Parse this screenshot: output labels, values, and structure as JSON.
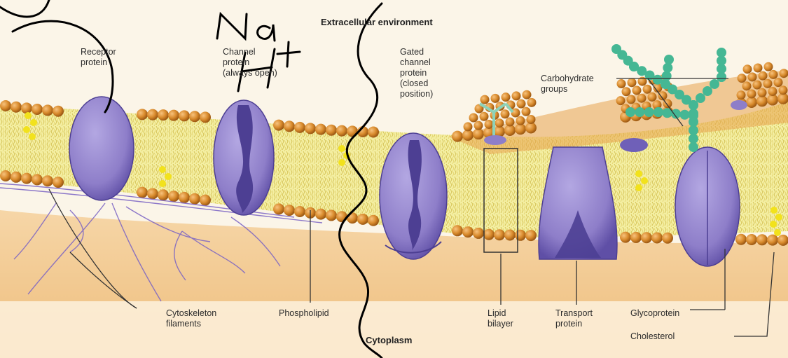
{
  "diagram": {
    "header": "Extracellular environment",
    "footer": "Cytoplasm",
    "labels": {
      "receptor": "Receptor\nprotein",
      "channel": "Channel\nprotein\n(always open)",
      "gated": "Gated\nchannel\nprotein\n(closed\nposition)",
      "carbohydrate": "Carbohydrate\ngroups",
      "cytoskeleton": "Cytoskeleton\nfilaments",
      "phospholipid": "Phospholipid",
      "lipid_bilayer": "Lipid\nbilayer",
      "transport": "Transport\nprotein",
      "glycoprotein": "Glycoprotein",
      "cholesterol": "Cholesterol"
    },
    "handwriting": {
      "line1": "Na",
      "line2": "H+"
    },
    "colors": {
      "exterior": "#fbf5e8",
      "cytoplasm": "#f3c98f",
      "lipid_head": "#d88a2c",
      "tail_band": "#f4efa3",
      "protein": "#8e7ec9",
      "protein_dark": "#4d3f93",
      "carbohydrate": "#45b794",
      "cholesterol": "#f2e21c",
      "ink": "#000000"
    }
  }
}
